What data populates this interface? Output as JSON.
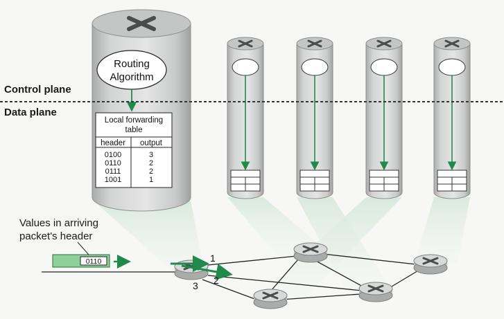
{
  "planes": {
    "control": "Control plane",
    "data": "Data plane"
  },
  "routing_algorithm": {
    "line1": "Routing",
    "line2": "Algorithm"
  },
  "forwarding_table": {
    "title_line1": "Local forwarding",
    "title_line2": "table",
    "col_header": "header",
    "col_output": "output",
    "rows": [
      {
        "header": "0100",
        "output": "3"
      },
      {
        "header": "0110",
        "output": "2"
      },
      {
        "header": "0111",
        "output": "2"
      },
      {
        "header": "1001",
        "output": "1"
      }
    ]
  },
  "packet": {
    "caption_line1": "Values in arriving",
    "caption_line2": "packet's header",
    "value": "0110"
  },
  "ports": [
    "1",
    "2",
    "3"
  ],
  "colors": {
    "router_fill": "#d2d4d3",
    "router_edge": "#9a9d9c",
    "arrow_green": "#1f8a4c",
    "packet_green": "#8fd09a",
    "beam": "#d8e9dc",
    "dashed_line": "#333333"
  }
}
